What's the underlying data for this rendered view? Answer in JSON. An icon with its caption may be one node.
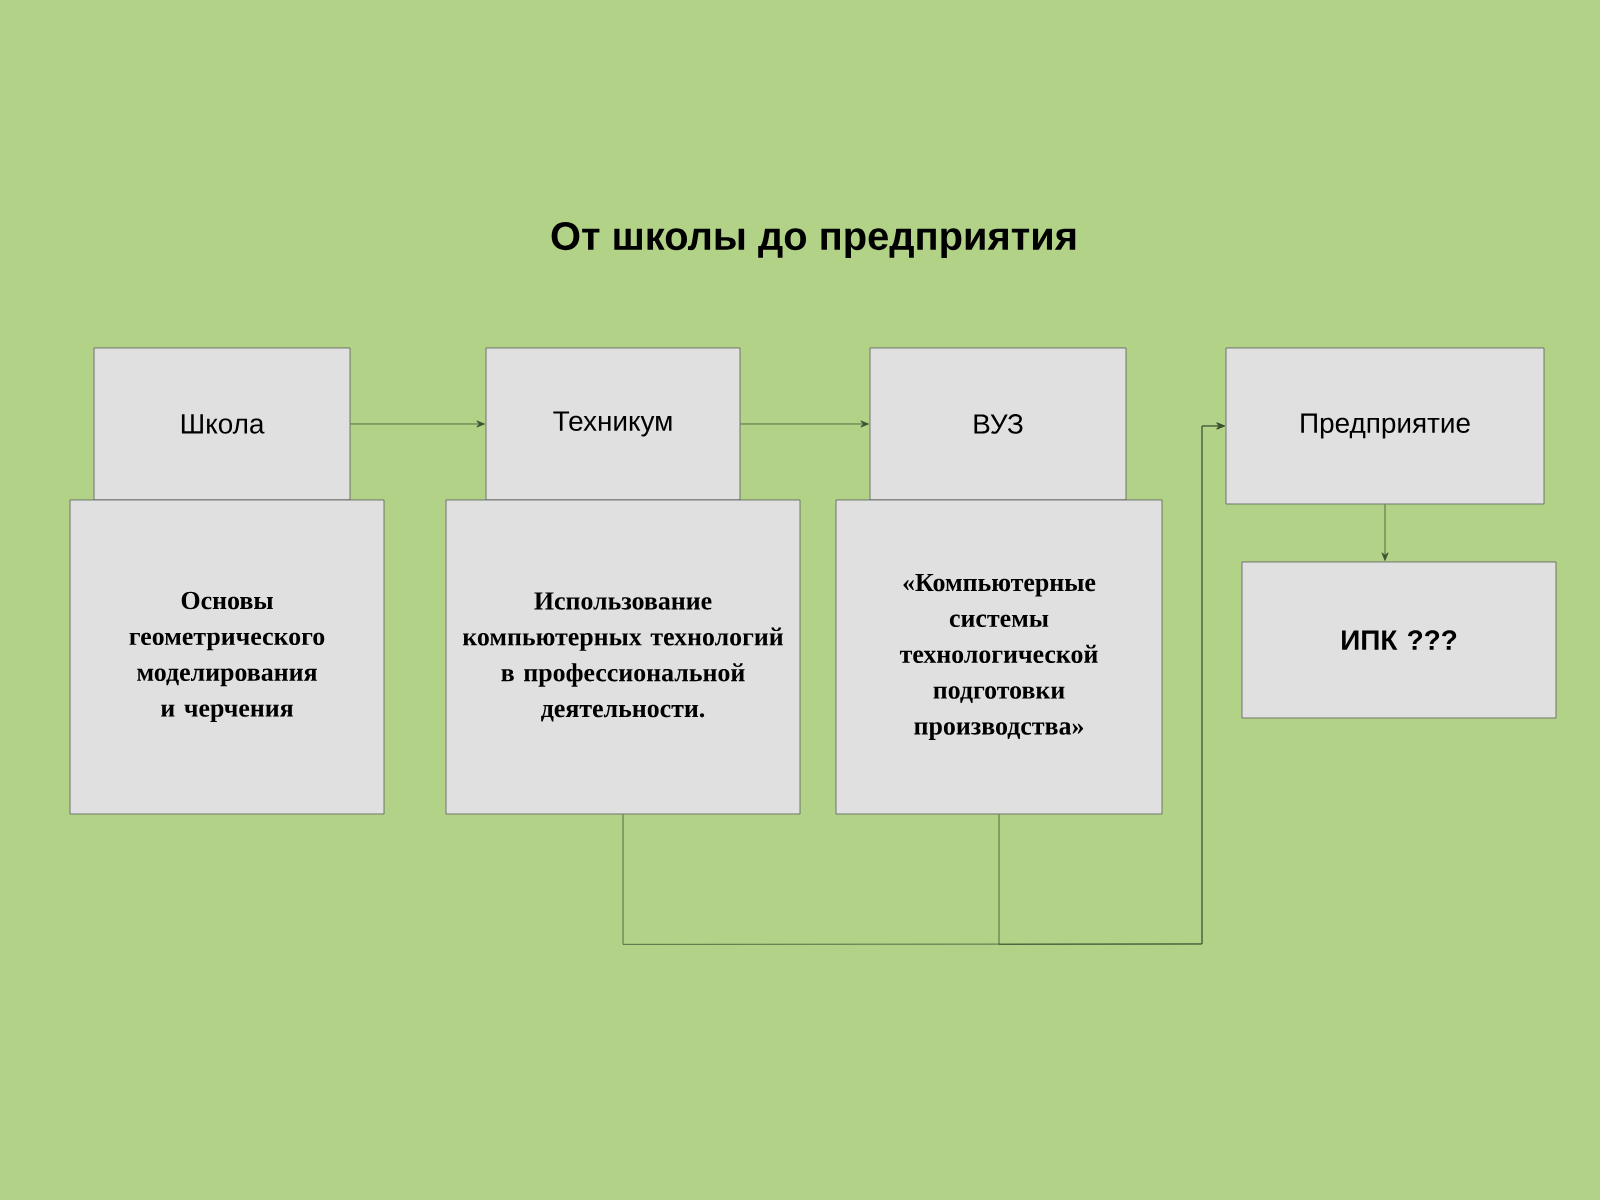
{
  "diagram": {
    "title": "От школы до предприятия",
    "nodes": [
      {
        "text": [
          "Школа"
        ]
      },
      {
        "text": [
          "Техникум"
        ]
      },
      {
        "text": [
          "ВУЗ"
        ]
      },
      {
        "text": [
          "Предприятие"
        ]
      },
      {
        "text": [
          "Основы геометрического моделирования и черчения"
        ]
      },
      {
        "text": [
          "Использование компьютерных технологий в профессиональной деятельности."
        ]
      },
      {
        "text": [
          "«Компьютерные системы технологической подготовки производства»"
        ]
      },
      {
        "text": [
          "ИПК ???"
        ]
      }
    ],
    "edges": [
      {
        "from": 0,
        "to": 1,
        "arrow": "to"
      },
      {
        "from": 1,
        "to": 2,
        "arrow": "to"
      },
      {
        "from": 5,
        "to": 3,
        "arrow": "to"
      },
      {
        "from": 6,
        "to": 3,
        "arrow": "to"
      },
      {
        "from": 3,
        "to": 7,
        "arrow": "to"
      }
    ]
  }
}
